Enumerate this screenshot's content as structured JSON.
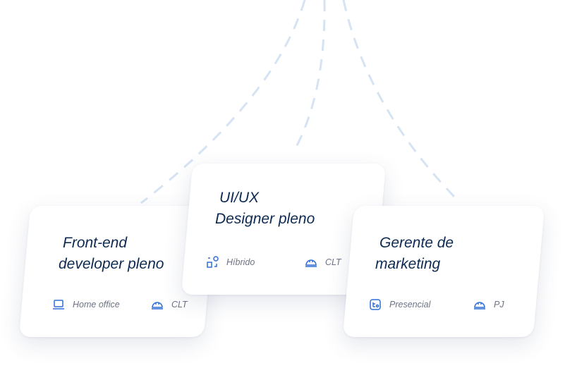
{
  "cards": [
    {
      "title_line1": "Front-end",
      "title_line2": "developer pleno",
      "mode": "Home office",
      "contract": "CLT"
    },
    {
      "title_line1": "UI/UX",
      "title_line2": "Designer pleno",
      "mode": "Híbrido",
      "contract": "CLT"
    },
    {
      "title_line1": "Gerente de",
      "title_line2": "marketing",
      "mode": "Presencial",
      "contract": "PJ"
    }
  ],
  "colors": {
    "accent": "#2f6fd6",
    "title": "#0c2a52",
    "line": "#d6e3f3"
  }
}
